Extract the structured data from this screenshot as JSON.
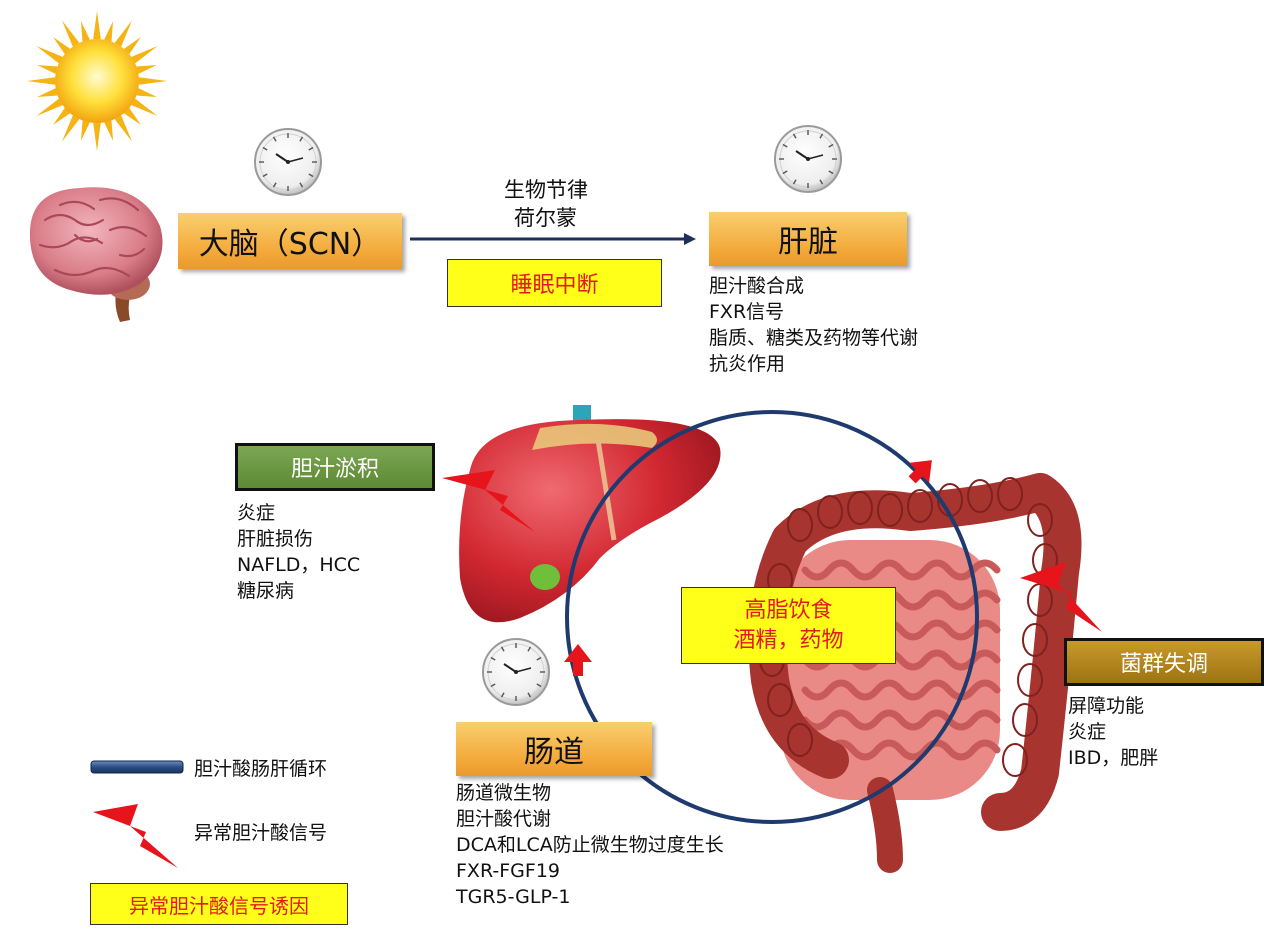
{
  "brain_box": {
    "label": "大脑（SCN）"
  },
  "arrow_text": {
    "line1": "生物节律",
    "line2": "荷尔蒙"
  },
  "sleep_box": {
    "label": "睡眠中断"
  },
  "liver_box": {
    "label": "肝脏"
  },
  "liver_list": [
    "胆汁酸合成",
    "FXR信号",
    "脂质、糖类及药物等代谢",
    "抗炎作用"
  ],
  "cholestasis_box": {
    "label": "胆汁淤积"
  },
  "cholestasis_list": [
    "炎症",
    "肝脏损伤",
    "NAFLD，HCC",
    "糖尿病"
  ],
  "diet_box": {
    "line1": "高脂饮食",
    "line2": "酒精，药物"
  },
  "dysbiosis_box": {
    "label": "菌群失调"
  },
  "dysbiosis_list": [
    "屏障功能",
    "炎症",
    "IBD，肥胖"
  ],
  "gut_box": {
    "label": "肠道"
  },
  "gut_list": [
    "肠道微生物",
    "胆汁酸代谢",
    "DCA和LCA防止微生物过度生长",
    "FXR-FGF19",
    "TGR5-GLP-1"
  ],
  "legend": {
    "circulation": "胆汁酸肠肝循环",
    "abnormal_signal": "异常胆汁酸信号",
    "trigger": "异常胆汁酸信号诱因"
  },
  "colors": {
    "circle": "#1f3a6e",
    "arrow_red": "#e8141c",
    "box_orange": "#f3a93a",
    "box_yellow": "#ffff1a",
    "box_green": "#5d8a35",
    "box_gold": "#9c7414"
  }
}
